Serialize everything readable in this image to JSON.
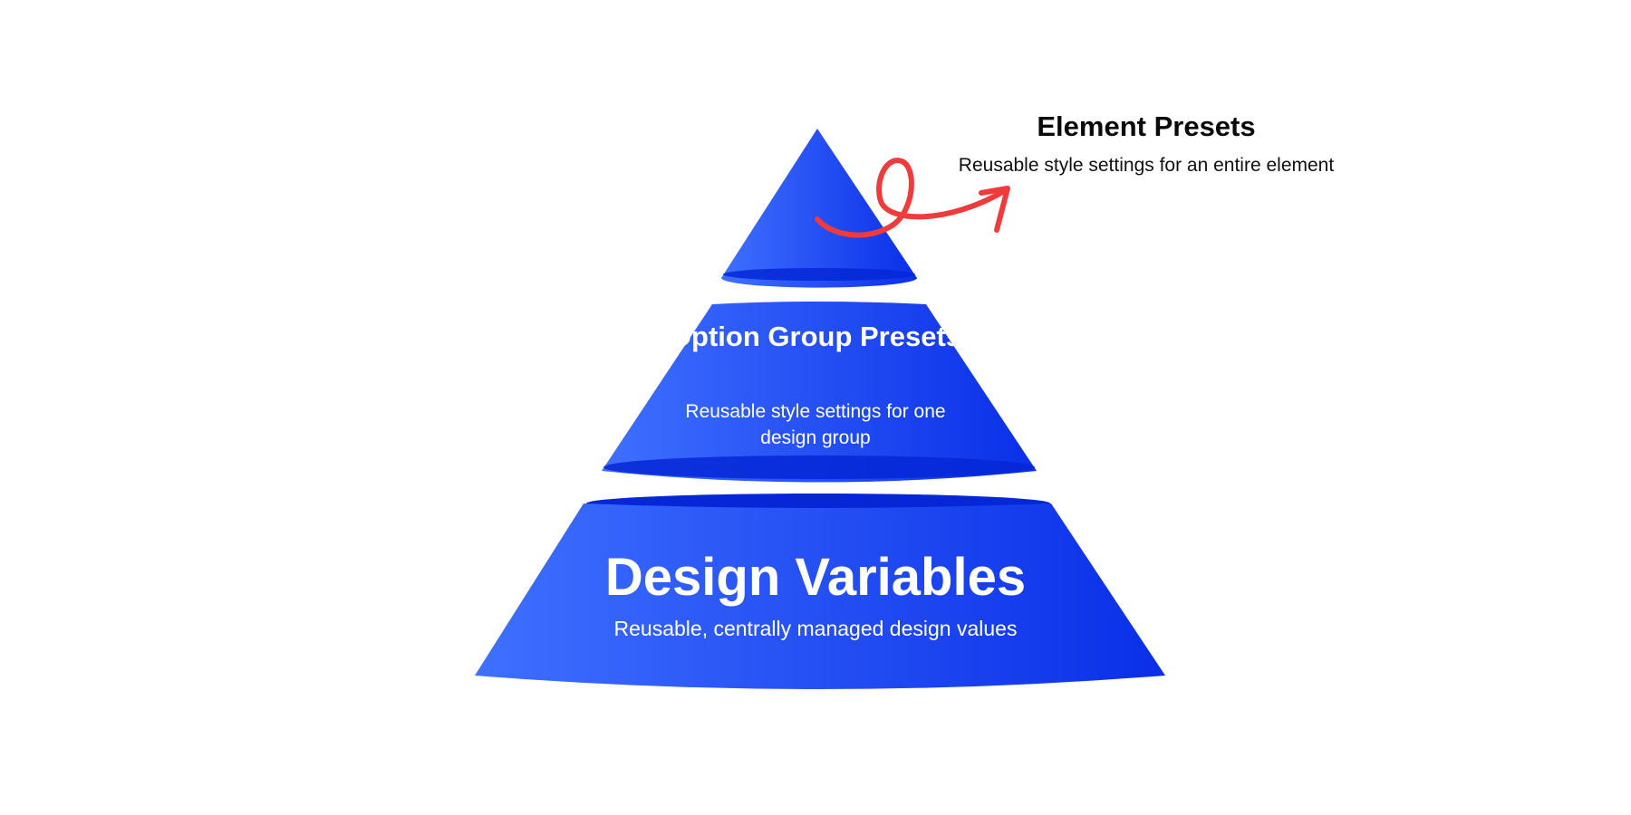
{
  "tiers": {
    "top": {
      "title": "Element Presets",
      "description": "Reusable style settings for an entire element"
    },
    "middle": {
      "title": "Option Group Presets",
      "description": "Reusable style settings for one design group"
    },
    "base": {
      "title": "Design Variables",
      "description": "Reusable, centrally managed design values"
    }
  },
  "colors": {
    "pyramid_light": "#3a6bff",
    "pyramid_dark": "#0a2fe6",
    "pyramid_shadow": "#0527d6",
    "arrow": "#ef3b3b",
    "text_dark": "#0a0a0a",
    "text_light": "#ffffff"
  }
}
